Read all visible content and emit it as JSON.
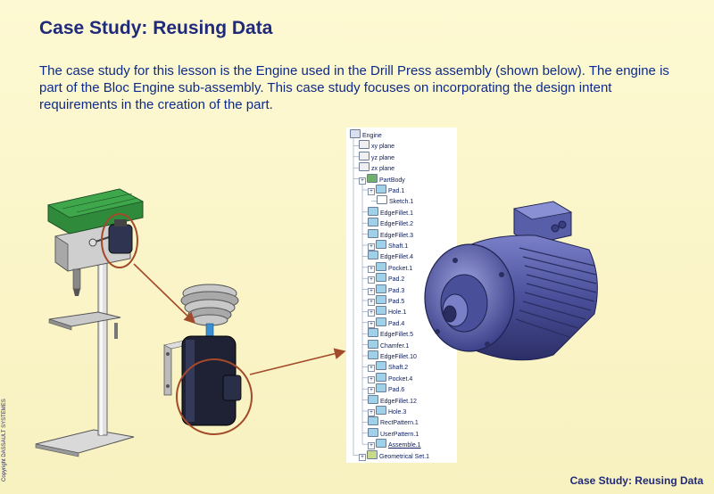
{
  "slide": {
    "title": "Case Study:  Reusing Data",
    "intro": "The case study for this lesson is the Engine used in the Drill Press assembly (shown below). The engine is part of the Bloc Engine sub-assembly. This case study focuses on incorporating the design intent requirements in the creation of the part.",
    "footer": "Case Study: Reusing Data",
    "copyright": "Copyright DASSAULT SYSTEMES"
  },
  "tree": {
    "items": [
      {
        "label": "Engine",
        "level": 0,
        "icon": "root-icon"
      },
      {
        "label": "xy plane",
        "level": 1,
        "icon": "plane-icon"
      },
      {
        "label": "yz plane",
        "level": 1,
        "icon": "plane-icon"
      },
      {
        "label": "zx plane",
        "level": 1,
        "icon": "plane-icon"
      },
      {
        "label": "PartBody",
        "level": 1,
        "icon": "body-icon"
      },
      {
        "label": "Pad.1",
        "level": 2,
        "icon": "pad-icon"
      },
      {
        "label": "Sketch.1",
        "level": 3,
        "icon": "sketch-icon"
      },
      {
        "label": "EdgeFillet.1",
        "level": 2,
        "icon": "fillet-icon"
      },
      {
        "label": "EdgeFillet.2",
        "level": 2,
        "icon": "fillet-icon"
      },
      {
        "label": "EdgeFillet.3",
        "level": 2,
        "icon": "fillet-icon"
      },
      {
        "label": "Shaft.1",
        "level": 2,
        "icon": "shaft-icon"
      },
      {
        "label": "EdgeFillet.4",
        "level": 2,
        "icon": "fillet-icon"
      },
      {
        "label": "Pocket.1",
        "level": 2,
        "icon": "pocket-icon"
      },
      {
        "label": "Pad.2",
        "level": 2,
        "icon": "pad-icon"
      },
      {
        "label": "Pad.3",
        "level": 2,
        "icon": "pad-icon"
      },
      {
        "label": "Pad.5",
        "level": 2,
        "icon": "pad-icon"
      },
      {
        "label": "Hole.1",
        "level": 2,
        "icon": "hole-icon"
      },
      {
        "label": "Pad.4",
        "level": 2,
        "icon": "pad-icon"
      },
      {
        "label": "EdgeFillet.5",
        "level": 2,
        "icon": "fillet-icon"
      },
      {
        "label": "Chamfer.1",
        "level": 2,
        "icon": "chamfer-icon"
      },
      {
        "label": "EdgeFillet.10",
        "level": 2,
        "icon": "fillet-icon"
      },
      {
        "label": "Shaft.2",
        "level": 2,
        "icon": "shaft-icon"
      },
      {
        "label": "Pocket.4",
        "level": 2,
        "icon": "pocket-icon"
      },
      {
        "label": "Pad.6",
        "level": 2,
        "icon": "pad-icon"
      },
      {
        "label": "EdgeFillet.12",
        "level": 2,
        "icon": "fillet-icon"
      },
      {
        "label": "Hole.3",
        "level": 2,
        "icon": "hole-icon"
      },
      {
        "label": "RectPattern.1",
        "level": 2,
        "icon": "pattern-icon"
      },
      {
        "label": "UserPattern.1",
        "level": 2,
        "icon": "pattern-icon"
      },
      {
        "label": "Assemble.1",
        "level": 2,
        "icon": "assemble-icon"
      },
      {
        "label": "Geometrical Set.1",
        "level": 1,
        "icon": "geoset-icon"
      }
    ]
  },
  "colors": {
    "background": "#fbf6c9",
    "title": "#1f2a7a",
    "text": "#0d2b8a",
    "highlight_circle": "#a34a2a",
    "engine_body": "#4a4f9a"
  }
}
